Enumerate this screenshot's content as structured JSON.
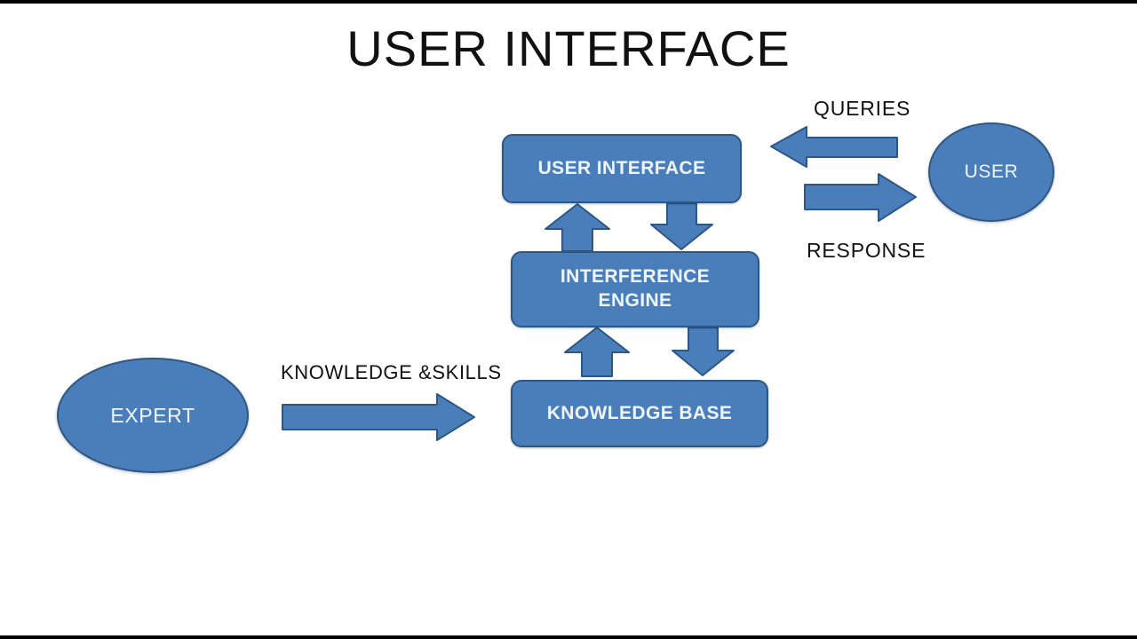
{
  "page": {
    "title": "USER INTERFACE",
    "background_color": "#ffffff"
  },
  "theme": {
    "shape_fill": "#4a7ebb",
    "shape_border": "#2e5784",
    "shape_text_color": "#eef5fc",
    "label_text_color": "#111111",
    "arrow_fill": "#4a7ebb",
    "arrow_border": "#2e5784"
  },
  "diagram": {
    "type": "expert-system-architecture",
    "nodes": [
      {
        "id": "user_interface",
        "shape": "rounded-rect",
        "label": "USER INTERFACE"
      },
      {
        "id": "inference_engine",
        "shape": "rounded-rect",
        "label": "INTERFERENCE\nENGINE"
      },
      {
        "id": "knowledge_base",
        "shape": "rounded-rect",
        "label": "KNOWLEDGE BASE"
      },
      {
        "id": "user",
        "shape": "ellipse",
        "label": "USER"
      },
      {
        "id": "expert",
        "shape": "ellipse",
        "label": "EXPERT"
      }
    ],
    "edges": [
      {
        "id": "queries",
        "from": "user",
        "to": "user_interface",
        "direction": "left",
        "label": "QUERIES"
      },
      {
        "id": "response",
        "from": "user_interface",
        "to": "user",
        "direction": "right",
        "label": "RESPONSE"
      },
      {
        "id": "knowledge_skills",
        "from": "expert",
        "to": "knowledge_base",
        "direction": "right",
        "label": "KNOWLEDGE &SKILLS"
      },
      {
        "id": "ui_to_engine",
        "from": "user_interface",
        "to": "inference_engine",
        "direction": "down",
        "label": ""
      },
      {
        "id": "engine_to_ui",
        "from": "inference_engine",
        "to": "user_interface",
        "direction": "up",
        "label": ""
      },
      {
        "id": "engine_to_kb",
        "from": "inference_engine",
        "to": "knowledge_base",
        "direction": "down",
        "label": ""
      },
      {
        "id": "kb_to_engine",
        "from": "knowledge_base",
        "to": "inference_engine",
        "direction": "up",
        "label": ""
      }
    ]
  },
  "labels": {
    "queries": "QUERIES",
    "response": "RESPONSE",
    "knowledge_skills": "KNOWLEDGE &SKILLS"
  },
  "nodes": {
    "user_interface": "USER INTERFACE",
    "inference_engine": "INTERFERENCE\nENGINE",
    "knowledge_base": "KNOWLEDGE BASE",
    "user": "USER",
    "expert": "EXPERT"
  }
}
